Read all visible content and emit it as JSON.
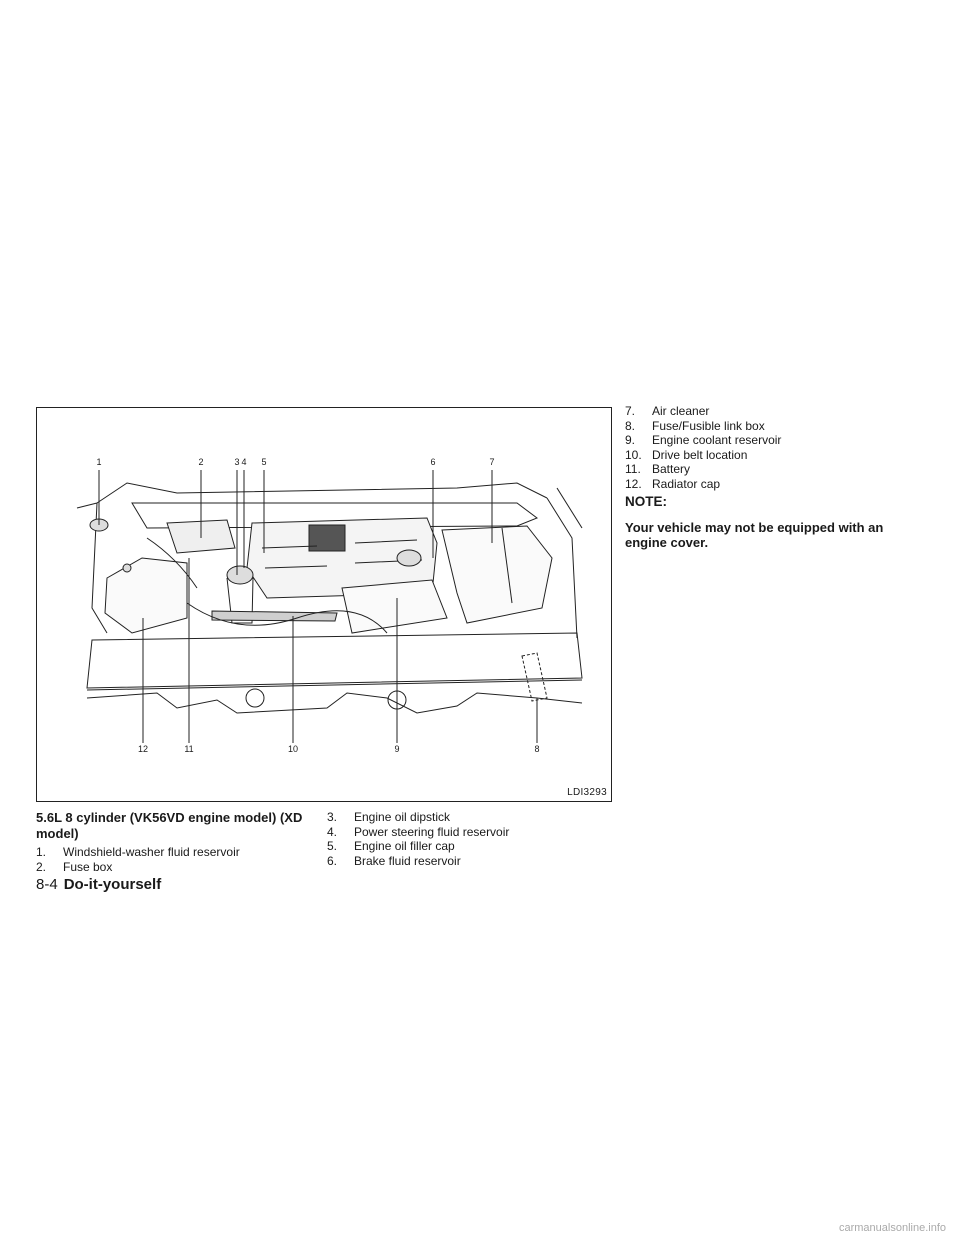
{
  "figure": {
    "code": "LDI3293",
    "callouts_top": [
      "1",
      "2",
      "3",
      "4",
      "5",
      "6",
      "7"
    ],
    "callouts_bottom": [
      "12",
      "11",
      "10",
      "9",
      "8"
    ]
  },
  "caption": "5.6L 8 cylinder (VK56VD engine model) (XD model)",
  "items": [
    {
      "num": "1.",
      "label": "Windshield-washer fluid reservoir"
    },
    {
      "num": "2.",
      "label": "Fuse box"
    },
    {
      "num": "3.",
      "label": "Engine oil dipstick"
    },
    {
      "num": "4.",
      "label": "Power steering fluid reservoir"
    },
    {
      "num": "5.",
      "label": "Engine oil filler cap"
    },
    {
      "num": "6.",
      "label": "Brake fluid reservoir"
    },
    {
      "num": "7.",
      "label": "Air cleaner"
    },
    {
      "num": "8.",
      "label": "Fuse/Fusible link box"
    },
    {
      "num": "9.",
      "label": "Engine coolant reservoir"
    },
    {
      "num": "10.",
      "label": "Drive belt location"
    },
    {
      "num": "11.",
      "label": "Battery"
    },
    {
      "num": "12.",
      "label": "Radiator cap"
    }
  ],
  "note": {
    "title": "NOTE:",
    "text": "Your vehicle may not be equipped with an engine cover."
  },
  "footer": {
    "page": "8-4",
    "section": "Do-it-yourself"
  },
  "watermark": "carmanualsonline.info"
}
